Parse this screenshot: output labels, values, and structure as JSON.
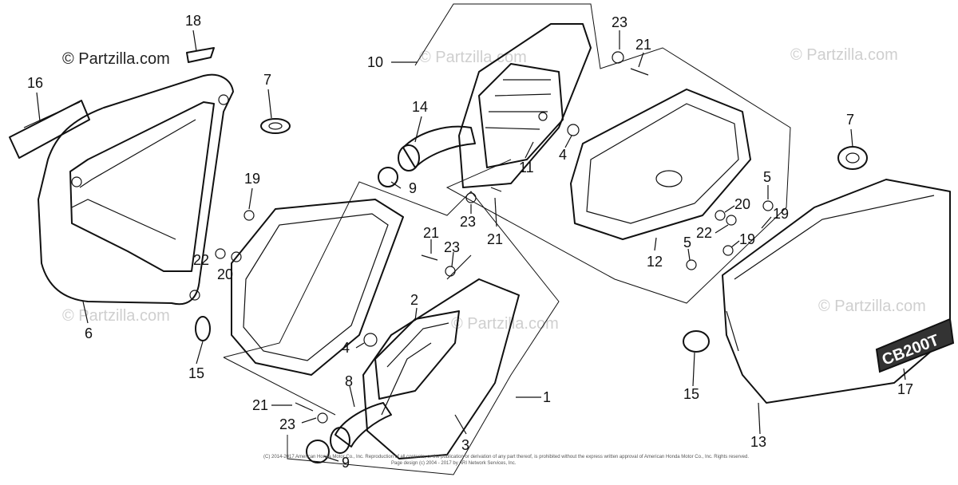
{
  "watermark": {
    "main": "© Partzilla.com",
    "faint": "© Partzilla.com"
  },
  "copyright": {
    "line1": "(C) 2014-2017 American Honda Motor Co., Inc. Reproduction of all contents, or the publication or derivation of any part thereof, is prohibited without the express written approval of American Honda Motor Co., Inc. Rights reserved.",
    "line2": "Page design (c) 2004 - 2017 by ARI Network Services, Inc."
  },
  "emblem": {
    "text": "CB200T"
  },
  "callouts": [
    {
      "id": "c18",
      "text": "18"
    },
    {
      "id": "c16",
      "text": "16"
    },
    {
      "id": "c7a",
      "text": "7"
    },
    {
      "id": "c19a",
      "text": "19"
    },
    {
      "id": "c22a",
      "text": "22"
    },
    {
      "id": "c20a",
      "text": "20"
    },
    {
      "id": "c6",
      "text": "6"
    },
    {
      "id": "c15a",
      "text": "15"
    },
    {
      "id": "c10",
      "text": "10"
    },
    {
      "id": "c14",
      "text": "14"
    },
    {
      "id": "c9a",
      "text": "9"
    },
    {
      "id": "c11",
      "text": "11"
    },
    {
      "id": "c4a",
      "text": "4"
    },
    {
      "id": "c23a",
      "text": "23"
    },
    {
      "id": "c21a",
      "text": "21"
    },
    {
      "id": "c23b",
      "text": "23"
    },
    {
      "id": "c21b",
      "text": "21"
    },
    {
      "id": "c21c",
      "text": "21"
    },
    {
      "id": "c23c",
      "text": "23"
    },
    {
      "id": "c2",
      "text": "2"
    },
    {
      "id": "c4b",
      "text": "4"
    },
    {
      "id": "c8",
      "text": "8"
    },
    {
      "id": "c1",
      "text": "1"
    },
    {
      "id": "c21d",
      "text": "21"
    },
    {
      "id": "c23d",
      "text": "23"
    },
    {
      "id": "c3",
      "text": "3"
    },
    {
      "id": "c9b",
      "text": "9"
    },
    {
      "id": "c12",
      "text": "12"
    },
    {
      "id": "c5a",
      "text": "5"
    },
    {
      "id": "c20b",
      "text": "20"
    },
    {
      "id": "c22b",
      "text": "22"
    },
    {
      "id": "c19b",
      "text": "19"
    },
    {
      "id": "c19c",
      "text": "19"
    },
    {
      "id": "c5b",
      "text": "5"
    },
    {
      "id": "c7b",
      "text": "7"
    },
    {
      "id": "c15b",
      "text": "15"
    },
    {
      "id": "c13",
      "text": "13"
    },
    {
      "id": "c17",
      "text": "17"
    }
  ]
}
